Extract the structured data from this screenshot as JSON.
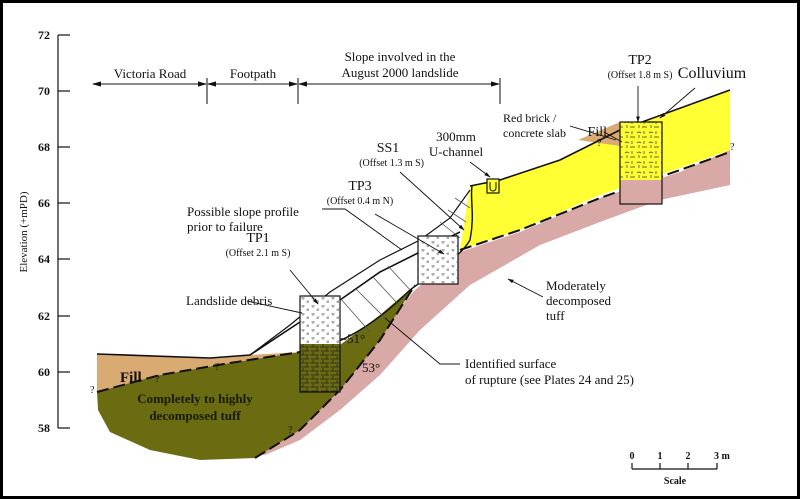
{
  "figure": {
    "y_axis": {
      "label": "Elevation (+mPD)",
      "ticks": [
        "72",
        "70",
        "68",
        "66",
        "64",
        "62",
        "60",
        "58"
      ]
    },
    "dimension_labels": {
      "victoria_road": "Victoria Road",
      "footpath": "Footpath",
      "slope_line1": "Slope involved in the",
      "slope_line2": "August 2000 landslide"
    },
    "materials": {
      "colluvium": "Colluvium",
      "fill_left": "Fill",
      "fill_top": "Fill",
      "cdt_line1": "Completely to highly",
      "cdt_line2": "decomposed tuff",
      "mdt_line1": "Moderately",
      "mdt_line2": "decomposed",
      "mdt_line3": "tuff",
      "landslide_debris": "Landslide debris"
    },
    "features": {
      "u_channel_line1": "300mm",
      "u_channel_line2": "U-channel",
      "red_brick_line1": "Red brick /",
      "red_brick_line2": "concrete slab",
      "profile_line1": "Possible slope profile",
      "profile_line2": "prior to failure",
      "rupture_line1": "Identified surface",
      "rupture_line2": "of rupture (see Plates 24 and 25)",
      "angle1": "~51°",
      "angle2": "53°",
      "query": "?"
    },
    "pits": {
      "tp1": {
        "name": "TP1",
        "offset": "(Offset 2.1 m S)"
      },
      "tp2": {
        "name": "TP2",
        "offset": "(Offset 1.8 m S)"
      },
      "tp3": {
        "name": "TP3",
        "offset": "(Offset 0.4 m N)"
      },
      "ss1": {
        "name": "SS1",
        "offset": "(Offset 1.3 m S)"
      }
    },
    "scale": {
      "ticks": [
        "0",
        "1",
        "2",
        "3 m"
      ],
      "label": "Scale"
    },
    "colors": {
      "colluvium": "#ffff33",
      "fill": "#d9aa72",
      "cdt": "#6b6b12",
      "mdt": "#d8a9a6"
    }
  }
}
